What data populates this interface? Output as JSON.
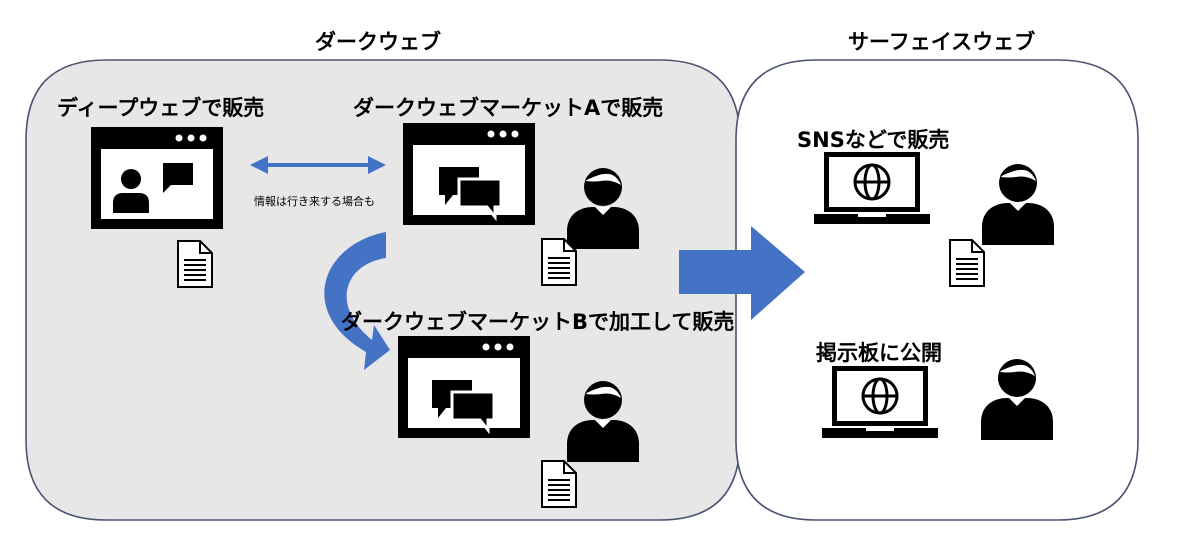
{
  "regions": {
    "dark_web": {
      "title": "ダークウェブ",
      "fill": "#e8e7e8"
    },
    "surface_web": {
      "title": "サーフェイスウェブ",
      "fill": "#ffffff"
    }
  },
  "nodes": {
    "deep_web_sale": "ディープウェブで販売",
    "market_a_sale": "ダークウェブマーケットAで販売",
    "market_b_sale": "ダークウェブマーケットBで加工して販売",
    "sns_sale": "SNSなどで販売",
    "bbs_public": "掲示板に公開"
  },
  "annotations": {
    "info_flow": "情報は行き来する場合も"
  },
  "colors": {
    "arrow": "#4472c4",
    "region_border": "#4a5370",
    "icon": "#000000"
  },
  "icons": [
    "browser-window-icon",
    "chat-bubbles-icon",
    "person-icon",
    "document-icon",
    "laptop-icon",
    "globe-icon"
  ]
}
